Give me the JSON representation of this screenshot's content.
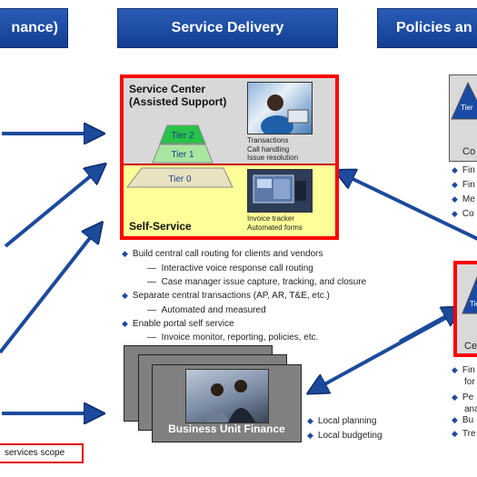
{
  "headers": {
    "left": "nance)",
    "center": "Service Delivery",
    "right": "Policies an"
  },
  "service_center": {
    "title_line1": "Service Center",
    "title_line2": "(Assisted Support)",
    "tiers": [
      "Tier 2",
      "Tier 1",
      "Tier 0"
    ],
    "caption_lines": [
      "Transactions",
      "Call handling",
      "Issue resolution"
    ],
    "self_service_label": "Self-Service",
    "self_caption_lines": [
      "Invoice tracker",
      "Automated forms"
    ]
  },
  "bullets": [
    {
      "level": 1,
      "text": "Build central call routing for clients and vendors"
    },
    {
      "level": 2,
      "text": "Interactive voice response call routing"
    },
    {
      "level": 2,
      "text": "Case manager issue capture, tracking, and closure"
    },
    {
      "level": 1,
      "text": "Separate central transactions (AP, AR, T&E, etc.)"
    },
    {
      "level": 2,
      "text": "Automated and measured"
    },
    {
      "level": 1,
      "text": "Enable portal self service"
    },
    {
      "level": 2,
      "text": "Invoice monitor, reporting, policies, etc."
    }
  ],
  "business_unit": {
    "label": "Business Unit Finance",
    "bullets": [
      "Local planning",
      "Local budgeting"
    ]
  },
  "footer_box": "services scope",
  "right_panels": {
    "top_tier_label": "Tier",
    "top_label": "Co",
    "top_bullets": [
      "Fin",
      "Fin",
      "Me",
      "Co"
    ],
    "bottom_tier_label": "Tie",
    "bottom_label": "Ce",
    "bottom_bullets": [
      {
        "lines": [
          "Fin",
          "for"
        ]
      },
      {
        "lines": [
          "Pe",
          "ana"
        ]
      },
      {
        "lines": [
          "Bu"
        ]
      },
      {
        "lines": [
          "Tre"
        ]
      }
    ]
  },
  "colors": {
    "header_blue": "#1a4aa5",
    "highlight_red": "#ff0000",
    "self_service_yellow": "#ffff99",
    "tier2_green": "#27c247",
    "tier1_green": "#a8e6a0",
    "tier0_beige": "#e9e2c0",
    "arrow_blue": "#1c4a9c"
  }
}
